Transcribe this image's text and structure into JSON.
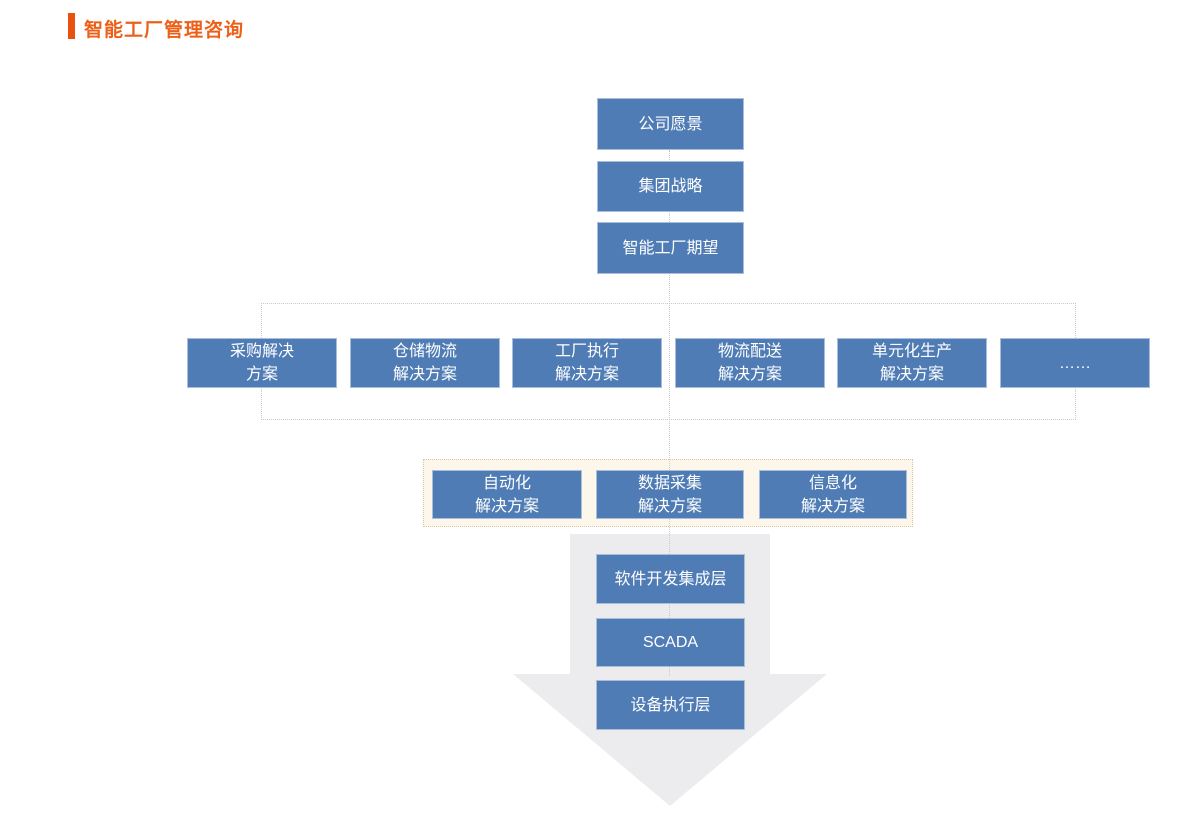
{
  "header": {
    "title": "智能工厂管理咨询"
  },
  "colors": {
    "accent_orange_bar": "#e8520e",
    "accent_orange_text": "#ed6018",
    "box_blue": "#4f7cb5",
    "box_border_blue": "#a9bedb",
    "dotted_border_gray": "#c9c9c9",
    "tech_panel_bg": "#fcf7ea",
    "tech_panel_border": "#d9c8a2",
    "arrow_gray": "#ececee",
    "box_text": "#ffffff"
  },
  "diagram": {
    "top_chain": [
      {
        "label": "公司愿景"
      },
      {
        "label": "集团战略"
      },
      {
        "label": "智能工厂期望"
      }
    ],
    "solution_row": {
      "items": [
        {
          "line1": "采购解决",
          "line2": "方案"
        },
        {
          "line1": "仓储物流",
          "line2": "解决方案"
        },
        {
          "line1": "工厂执行",
          "line2": "解决方案"
        },
        {
          "line1": "物流配送",
          "line2": "解决方案"
        },
        {
          "line1": "单元化生产",
          "line2": "解决方案"
        },
        {
          "line1": "……",
          "line2": ""
        }
      ]
    },
    "tech_row": {
      "items": [
        {
          "line1": "自动化",
          "line2": "解决方案"
        },
        {
          "line1": "数据采集",
          "line2": "解决方案"
        },
        {
          "line1": "信息化",
          "line2": "解决方案"
        }
      ]
    },
    "bottom_chain": [
      {
        "label": "软件开发集成层"
      },
      {
        "label": "SCADA"
      },
      {
        "label": "设备执行层"
      }
    ]
  }
}
